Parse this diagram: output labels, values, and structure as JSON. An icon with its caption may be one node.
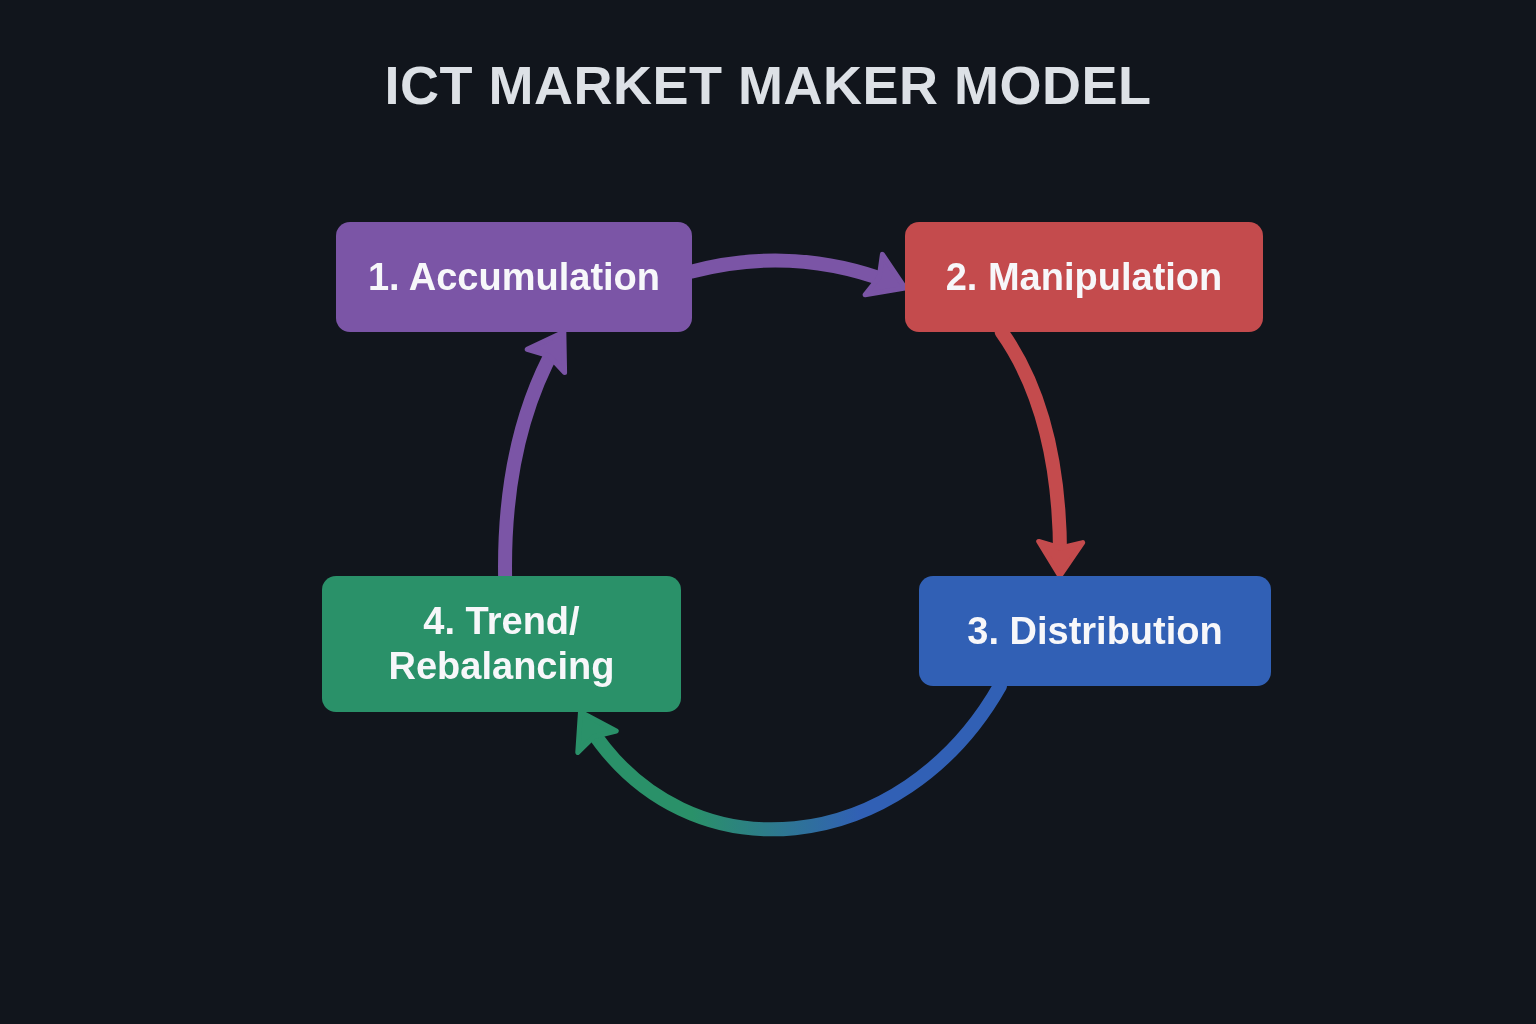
{
  "diagram": {
    "title": "ICT MARKET MAKER MODEL",
    "nodes": [
      {
        "text": [
          "1. Accumulation"
        ]
      },
      {
        "text": [
          "2. Manipulation"
        ]
      },
      {
        "text": [
          "3. Distribution"
        ]
      },
      {
        "text": [
          "4. Trend/ Rebalancing"
        ]
      }
    ],
    "edges": [
      {
        "from": 0,
        "to": 1,
        "arrow": "to",
        "color": "#7b55a6"
      },
      {
        "from": 1,
        "to": 2,
        "arrow": "to",
        "color": "#c44b4d"
      },
      {
        "from": 2,
        "to": 3,
        "arrow": "to",
        "color": "#2a9169"
      },
      {
        "from": 3,
        "to": 0,
        "arrow": "to",
        "color": "#7b55a6"
      }
    ]
  }
}
